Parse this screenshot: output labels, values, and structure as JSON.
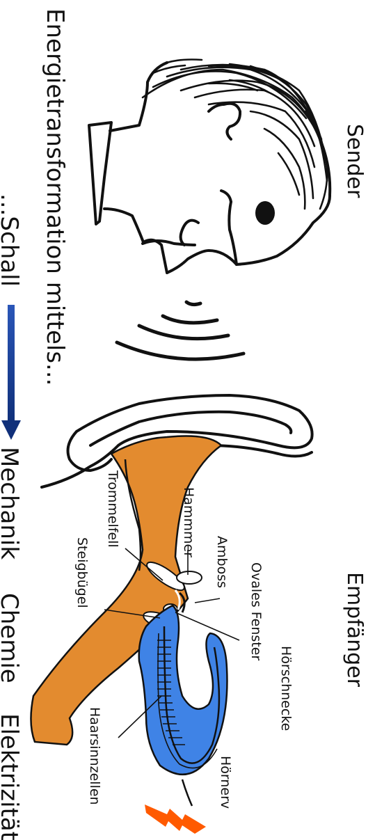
{
  "title": "Energietransformation mittels...",
  "subtitle": "...Schall",
  "sender": "Sender",
  "receiver": "Empfänger",
  "chain": [
    "Mechanik",
    "Chemie",
    "Elektrizität"
  ],
  "labels": {
    "hammer": "Hammmer",
    "amboss": "Amboss",
    "ovales_fenster": "Ovales Fenster",
    "trommelfell": "Trommelfell",
    "steigbuegel": "Steigbügel",
    "hoerschnecke": "Hörschnecke",
    "haarsinnzellen": "Haarsinnzellen",
    "hoernerv": "Hörnerv"
  },
  "colors": {
    "ear_canal": "#e38b2f",
    "cochlea": "#3f83e6",
    "arrow": "#1b3f93",
    "lightning": "#ff5a00"
  }
}
